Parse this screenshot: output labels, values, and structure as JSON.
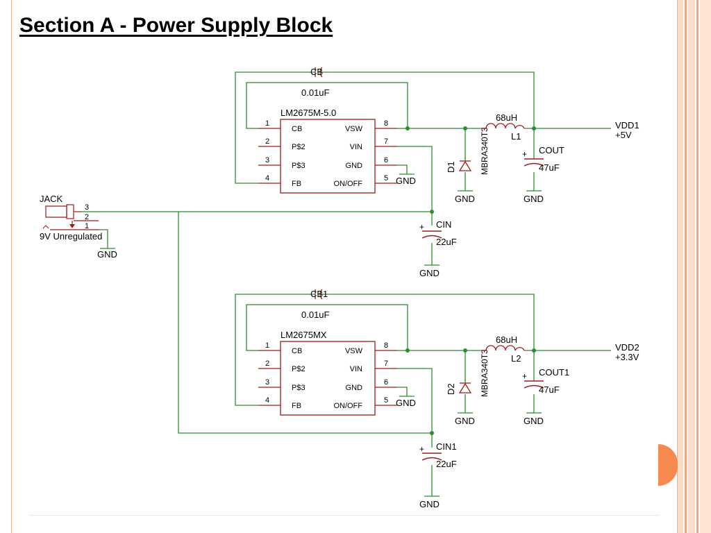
{
  "title": "Section A - Power Supply Block",
  "colors": {
    "wire": "#2e8b2e",
    "part": "#9b1b1b",
    "accent": "#f5894f",
    "border": "#f2b08a"
  },
  "jack": {
    "label": "JACK",
    "pins": [
      "3",
      "2",
      "1"
    ],
    "note": "9V Unregulated",
    "gnd": "GND"
  },
  "regulators": [
    {
      "part": "LM2675M-5.0",
      "pins_left": [
        {
          "num": "1",
          "name": "CB"
        },
        {
          "num": "2",
          "name": "P$2"
        },
        {
          "num": "3",
          "name": "P$3"
        },
        {
          "num": "4",
          "name": "FB"
        }
      ],
      "pins_right": [
        {
          "num": "8",
          "name": "VSW"
        },
        {
          "num": "7",
          "name": "VIN"
        },
        {
          "num": "6",
          "name": "GND"
        },
        {
          "num": "5",
          "name": "ON/OFF"
        }
      ],
      "gnd": "GND",
      "cb_name": "CB",
      "cb_value": "0.01uF",
      "inductor_value": "68uH",
      "inductor_name": "L1",
      "diode_name": "D1",
      "diode_part": "MBRA340T3",
      "cout_name": "COUT",
      "cout_value": "47uF",
      "out_net": "VDD1",
      "out_voltage": "+5V",
      "cin_name": "CIN",
      "cin_value": "22uF",
      "gnd_diode": "GND",
      "gnd_cout": "GND",
      "gnd_cin": "GND"
    },
    {
      "part": "LM2675MX",
      "pins_left": [
        {
          "num": "1",
          "name": "CB"
        },
        {
          "num": "2",
          "name": "P$2"
        },
        {
          "num": "3",
          "name": "P$3"
        },
        {
          "num": "4",
          "name": "FB"
        }
      ],
      "pins_right": [
        {
          "num": "8",
          "name": "VSW"
        },
        {
          "num": "7",
          "name": "VIN"
        },
        {
          "num": "6",
          "name": "GND"
        },
        {
          "num": "5",
          "name": "ON/OFF"
        }
      ],
      "gnd": "GND",
      "cb_name": "CB1",
      "cb_value": "0.01uF",
      "inductor_value": "68uH",
      "inductor_name": "L2",
      "diode_name": "D2",
      "diode_part": "MBRA340T3",
      "cout_name": "COUT1",
      "cout_value": "47uF",
      "out_net": "VDD2",
      "out_voltage": "+3.3V",
      "cin_name": "CIN1",
      "cin_value": "22uF",
      "gnd_diode": "GND",
      "gnd_cout": "GND",
      "gnd_cin": "GND"
    }
  ]
}
